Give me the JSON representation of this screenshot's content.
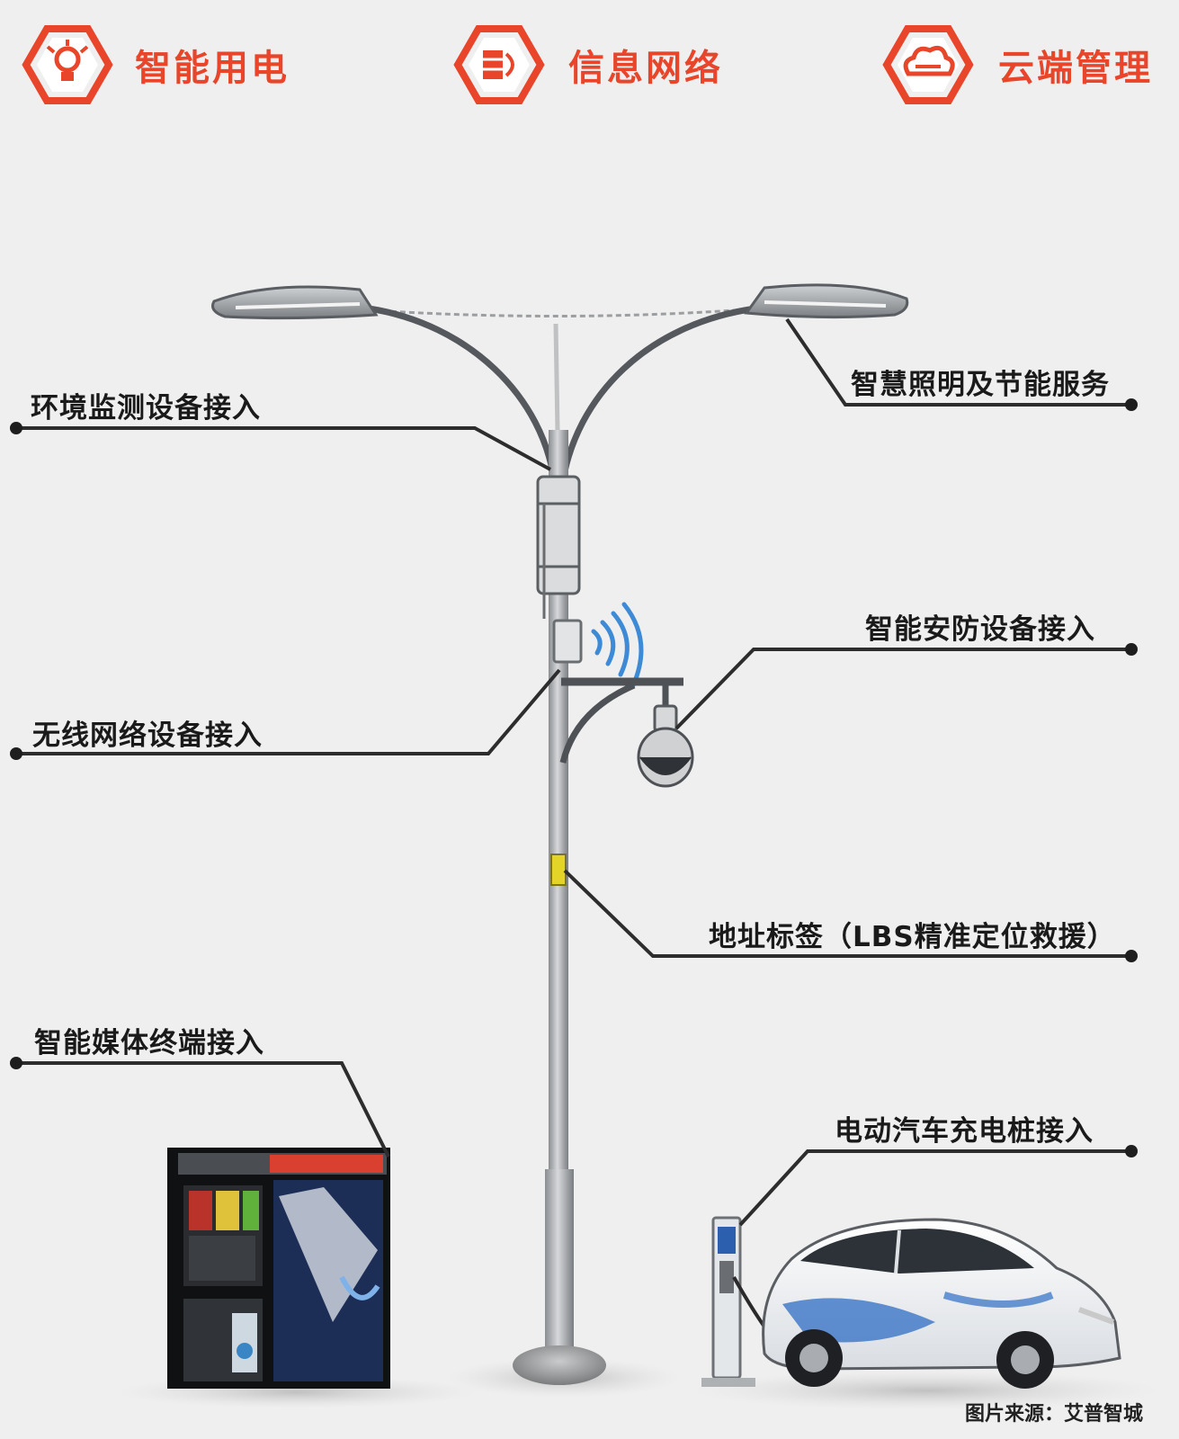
{
  "header": {
    "items": [
      {
        "label": "智能用电",
        "icon": "bulb-icon"
      },
      {
        "label": "信息网络",
        "icon": "network-icon"
      },
      {
        "label": "云端管理",
        "icon": "cloud-icon"
      }
    ],
    "accent_color": "#e8452a"
  },
  "callouts": {
    "env_monitoring": "环境监测设备接入",
    "smart_lighting": "智慧照明及节能服务",
    "security": "智能安防设备接入",
    "wireless": "无线网络设备接入",
    "address_tag": "地址标签（LBS精准定位救援）",
    "media_terminal": "智能媒体终端接入",
    "ev_charging": "电动汽车充电桩接入"
  },
  "credit": "图片来源：艾普智城"
}
